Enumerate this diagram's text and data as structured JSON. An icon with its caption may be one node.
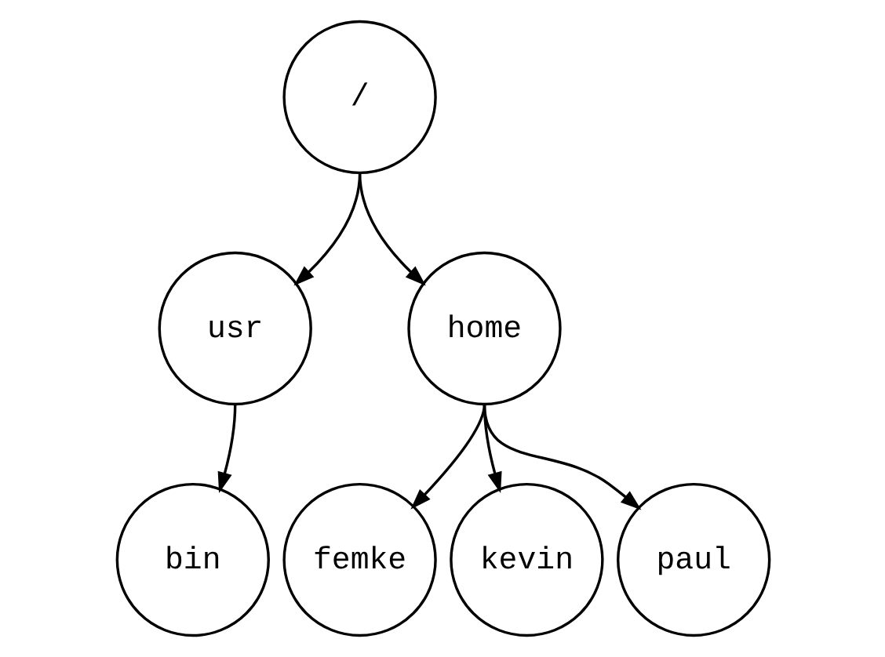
{
  "diagram": {
    "nodes": [
      {
        "text": [
          "/"
        ]
      },
      {
        "text": [
          "usr"
        ]
      },
      {
        "text": [
          "home"
        ]
      },
      {
        "text": [
          "bin"
        ]
      },
      {
        "text": [
          "femke"
        ]
      },
      {
        "text": [
          "kevin"
        ]
      },
      {
        "text": [
          "paul"
        ]
      }
    ],
    "edges": [
      {
        "from": 0,
        "to": 1,
        "arrow": "to"
      },
      {
        "from": 0,
        "to": 2,
        "arrow": "to"
      },
      {
        "from": 1,
        "to": 3,
        "arrow": "to"
      },
      {
        "from": 2,
        "to": 4,
        "arrow": "to"
      },
      {
        "from": 2,
        "to": 5,
        "arrow": "to"
      },
      {
        "from": 2,
        "to": 6,
        "arrow": "to"
      }
    ]
  }
}
